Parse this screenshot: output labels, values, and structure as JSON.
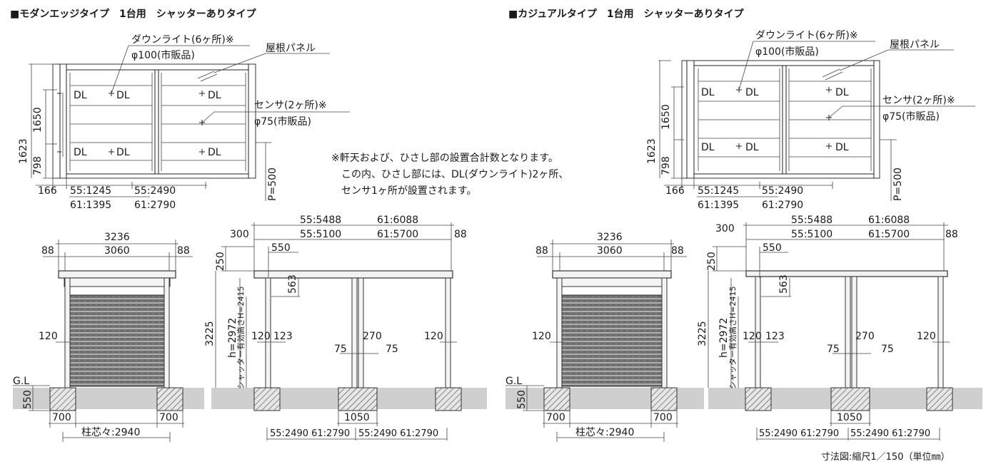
{
  "title_left": "■モダンエッジタイプ　1台用　シャッターありタイプ",
  "title_right": "■カジュアルタイプ　1台用　シャッターありタイプ",
  "plan": {
    "downlight": "ダウンライト(6ヶ所)※",
    "downlight_size": "φ100(市販品)",
    "roof_panel": "屋根パネル",
    "sensor": "センサ(2ヶ所)※",
    "sensor_size": "φ75(市販品)",
    "dl": "DL",
    "dim_1650": "1650",
    "dim_1623": "1623",
    "dim_798": "798",
    "dim_166": "166",
    "dim_55_1245": "55:1245",
    "dim_61_1395": "61:1395",
    "dim_55_2490": "55:2490",
    "dim_61_2790": "61:2790",
    "dim_p500": "P=500"
  },
  "note_lines": [
    "※軒天および、ひさし部の設置合計数となります。",
    "この内、ひさし部には、DL(ダウンライト)2ヶ所、",
    "センサ1ヶ所が設置されます。"
  ],
  "front": {
    "dim_3236": "3236",
    "dim_3060": "3060",
    "dim_88": "88",
    "dim_120": "120",
    "gl": "G.L",
    "dim_550": "550",
    "dim_700": "700",
    "pitch": "柱芯々:2940"
  },
  "side": {
    "dim_55_5488": "55:5488",
    "dim_61_6088": "61:6088",
    "dim_55_5100": "55:5100",
    "dim_61_5700": "61:5700",
    "dim_300": "300",
    "dim_88": "88",
    "dim_250": "250",
    "dim_550": "550",
    "dim_563": "563",
    "dim_3225": "3225",
    "dim_h2972": "h=2972",
    "shutter_h": "シャッター有効高さH=2415",
    "dim_120": "120",
    "dim_123": "123",
    "dim_75": "75",
    "dim_270": "270",
    "dim_1050": "1050",
    "bottom_dims": "55:2490 61:2790",
    "bottom_dims2": "55:2490 61:2790"
  },
  "scale_note": "寸法図:縮尺1／150（単位㎜）"
}
